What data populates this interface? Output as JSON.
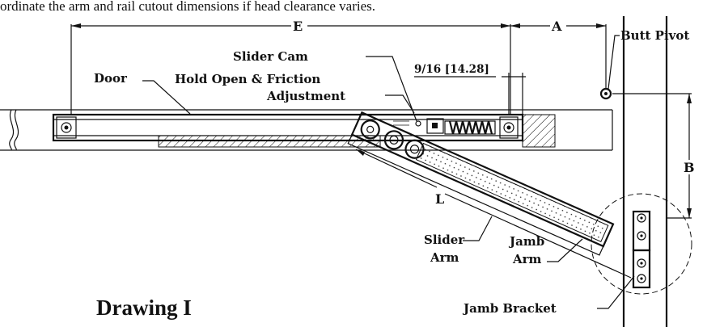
{
  "caption_top": "ordinate the arm and rail cutout dimensions if head clearance varies.",
  "title": "Drawing I",
  "labels": {
    "dim_e": "E",
    "dim_a": "A",
    "dim_b": "B",
    "dim_l": "L",
    "butt_pivot": "Butt Pivot",
    "slider_cam": "Slider Cam",
    "door": "Door",
    "hold_open_line1": "Hold Open & Friction",
    "hold_open_line2": "Adjustment",
    "dim_9_16": "9/16 [14.28]",
    "slider_arm_line1": "Slider",
    "slider_arm_line2": "Arm",
    "jamb_arm_line1": "Jamb",
    "jamb_arm_line2": "Arm",
    "jamb_bracket": "Jamb Bracket"
  }
}
